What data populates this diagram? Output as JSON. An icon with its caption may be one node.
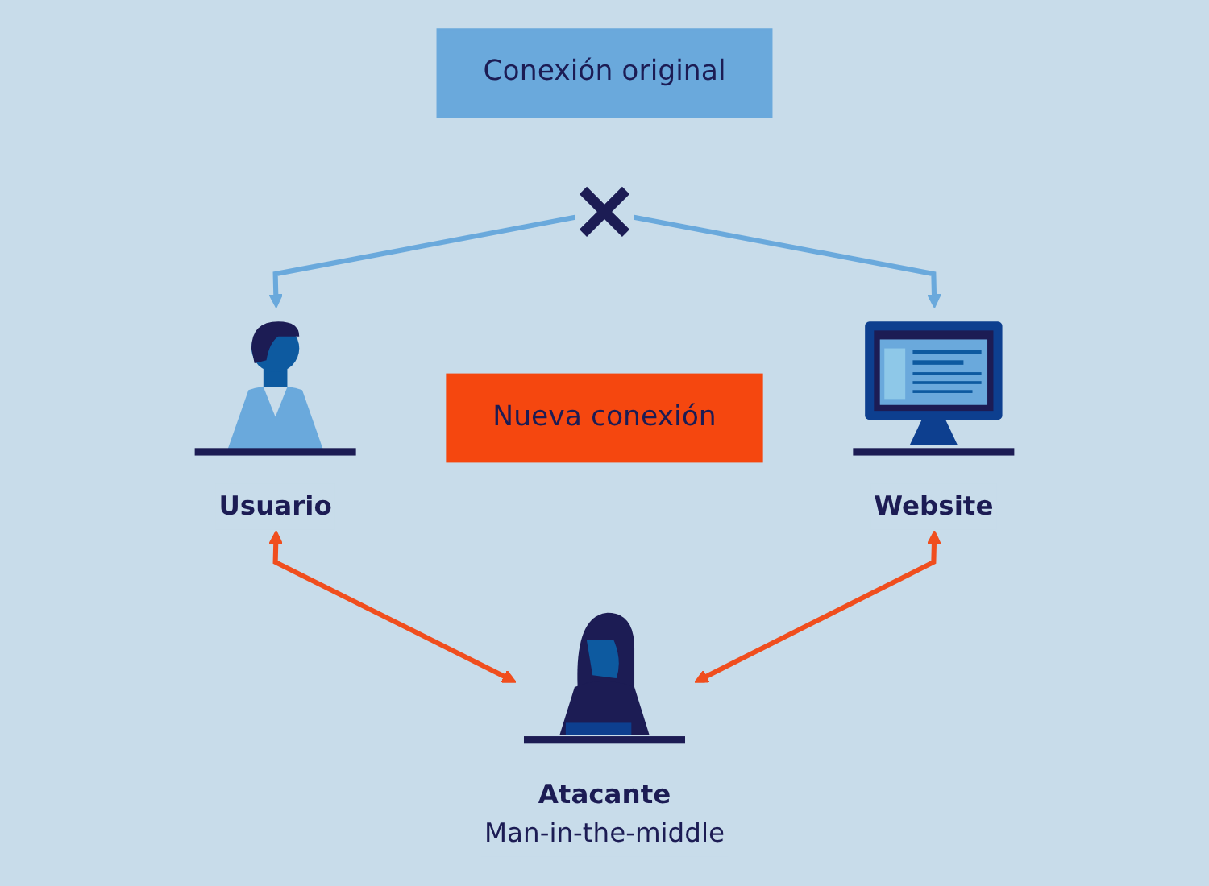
{
  "diagram": {
    "nodes": [
      {
        "text": [
          "Usuario"
        ]
      },
      {
        "text": [
          "Conexión original"
        ]
      },
      {
        "text": [
          "Website"
        ]
      },
      {
        "text": [],
        "shape": "cross"
      },
      {
        "text": [
          "Nueva conexión"
        ]
      },
      {
        "text": [
          "Atacante",
          "Man-in-the-middle"
        ]
      }
    ],
    "edges": [
      {
        "from": 3,
        "to": 0,
        "arrow": "to",
        "color": "#6aa9dc"
      },
      {
        "from": 3,
        "to": 2,
        "arrow": "to",
        "color": "#6aa9dc"
      },
      {
        "from": 0,
        "to": 5,
        "arrow": "both",
        "color": "#f04e1e"
      },
      {
        "from": 2,
        "to": 5,
        "arrow": "both",
        "color": "#f04e1e"
      }
    ]
  }
}
